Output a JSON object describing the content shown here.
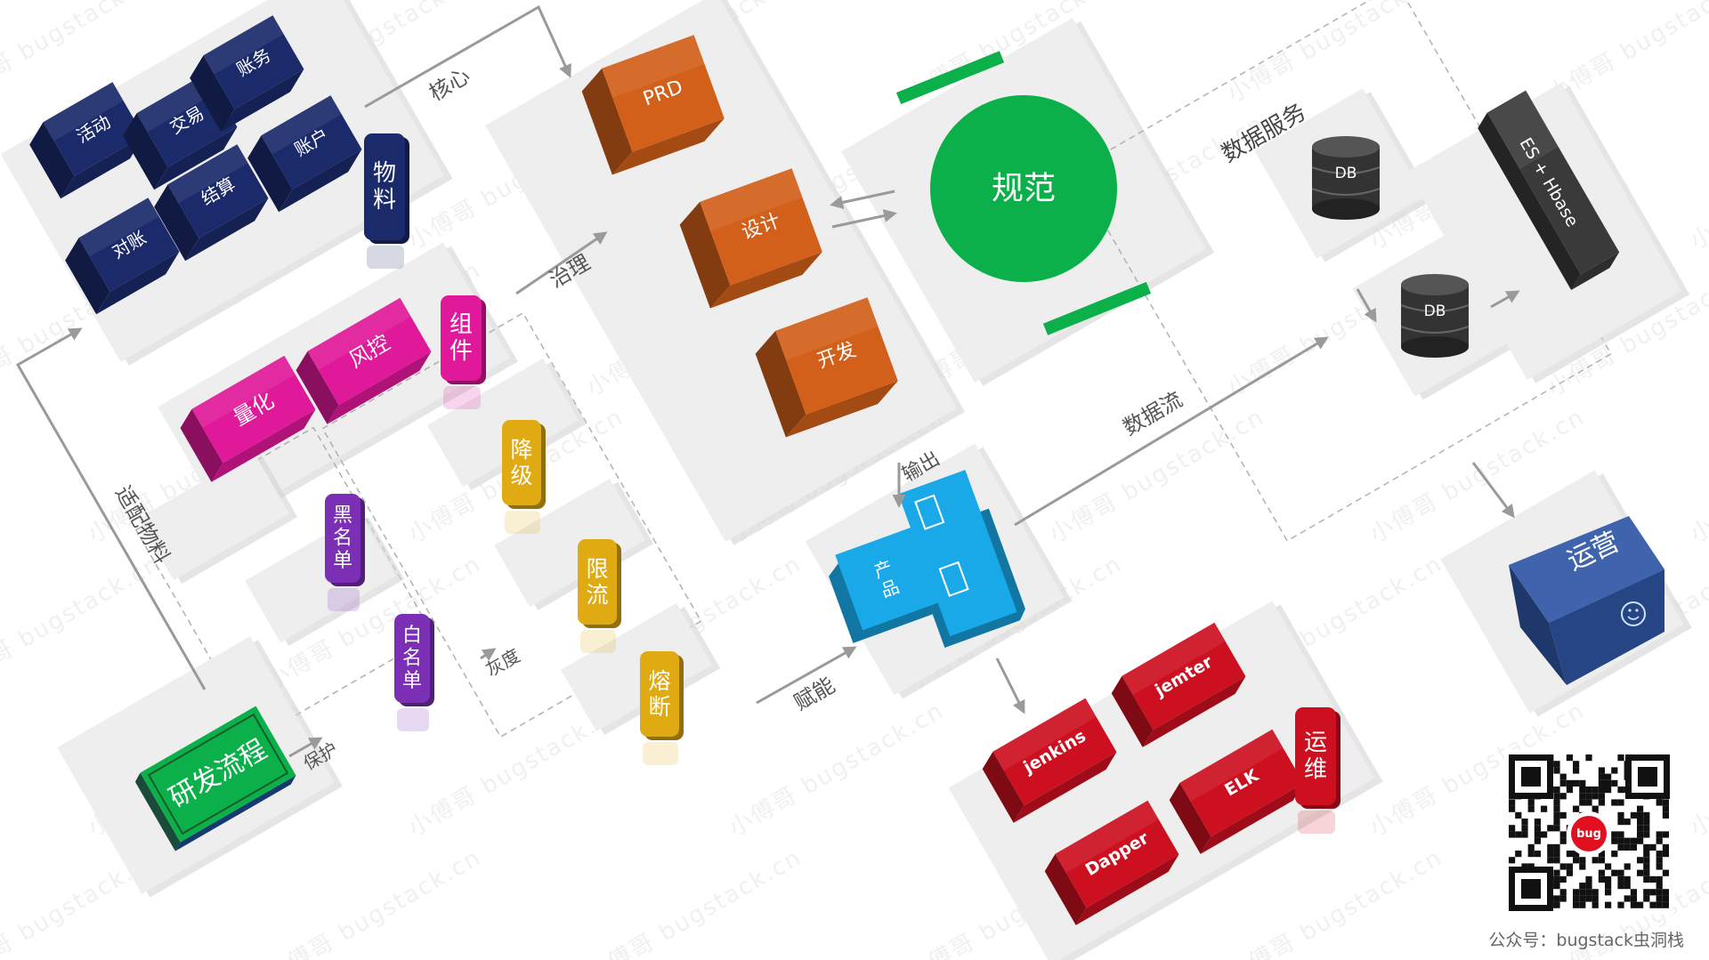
{
  "watermark": "小傅哥 bugstack.cn",
  "footer": "公众号：bugstack虫洞栈",
  "colors": {
    "navy": "#1b2a6b",
    "magenta": "#e0189a",
    "purple": "#7b2fb5",
    "gold": "#e0aa12",
    "orange": "#d2601a",
    "green": "#0cb04a",
    "cyan": "#1aa9e8",
    "red": "#cc1020",
    "dark": "#3a3a3a",
    "blue": "#2f56a6",
    "arrow": "#9a9a9a",
    "panel": "#eeeeee"
  },
  "groups": {
    "business": {
      "items": [
        "活动",
        "交易",
        "账务",
        "对账",
        "结算",
        "账户"
      ],
      "tag": "物料"
    },
    "governance": {
      "items": [
        "量化",
        "风控"
      ],
      "tag": "组件"
    },
    "protection": {
      "items": [
        "黑名单",
        "白名单"
      ]
    },
    "gray": {
      "items": [
        "降级",
        "限流",
        "熔断"
      ]
    },
    "process": {
      "items": [
        "PRD",
        "设计",
        "开发"
      ]
    },
    "standard": {
      "label": "规范"
    },
    "product": {
      "label": "产品"
    },
    "data_service": {
      "label": "数据服务",
      "db1": "DB",
      "db2": "DB",
      "store": "ES + Hbase"
    },
    "operation": {
      "label": "运营"
    },
    "ops": {
      "items": [
        "jenkins",
        "jemter",
        "Dapper",
        "ELK"
      ],
      "tag": "运维"
    },
    "workflow": {
      "label": "研发流程"
    }
  },
  "arrows": {
    "core": "核心",
    "govern": "治理",
    "adapt": "适配物料",
    "protect": "保护",
    "gray": "灰度",
    "empower": "赋能",
    "output": "输出",
    "dataflow": "数据流"
  }
}
